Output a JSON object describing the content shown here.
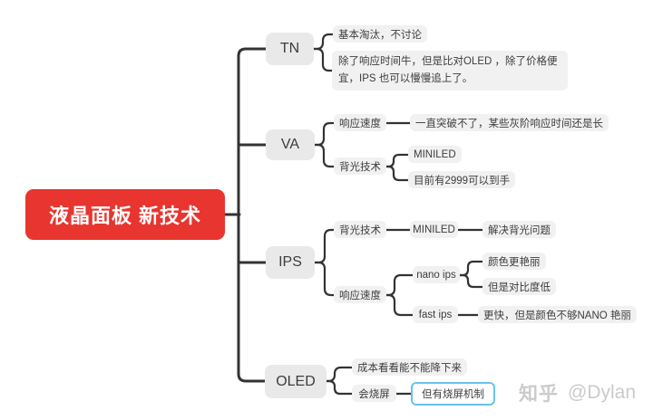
{
  "root": {
    "label": "液晶面板 新技术"
  },
  "tn": {
    "label": "TN",
    "note1": "基本淘汰，不讨论",
    "note2": "除了响应时间牛，但是比对OLED ，除了价格便宜，IPS 也可以慢慢追上了。"
  },
  "va": {
    "label": "VA",
    "speed_label": "响应速度",
    "speed_note": "一直突破不了，某些灰阶响应时间还是长",
    "backlight_label": "背光技术",
    "backlight_tech": "MINILED",
    "backlight_price": "目前有2999可以到手"
  },
  "ips": {
    "label": "IPS",
    "backlight_label": "背光技术",
    "backlight_tech": "MINILED",
    "backlight_note": "解决背光问题",
    "speed_label": "响应速度",
    "nano_label": "nano ips",
    "nano_pro": "颜色更艳丽",
    "nano_con": "但是对比度低",
    "fast_label": "fast ips",
    "fast_note": "更快，但是颜色不够NANO 艳丽"
  },
  "oled": {
    "label": "OLED",
    "cost_note": "成本看看能不能降下来",
    "burn_label": "会烧屏",
    "burn_note": "但有烧屏机制"
  },
  "watermark": {
    "brand": "知乎",
    "author": "@Dylan"
  },
  "colors": {
    "root_bg": "#e8352f",
    "branch_bg": "#e9e9e9",
    "note_bg": "#f1f1f1",
    "line": "#333333",
    "highlight_border": "#68c2ea",
    "text": "#3d3d3d",
    "watermark": "#cbcbcb"
  }
}
